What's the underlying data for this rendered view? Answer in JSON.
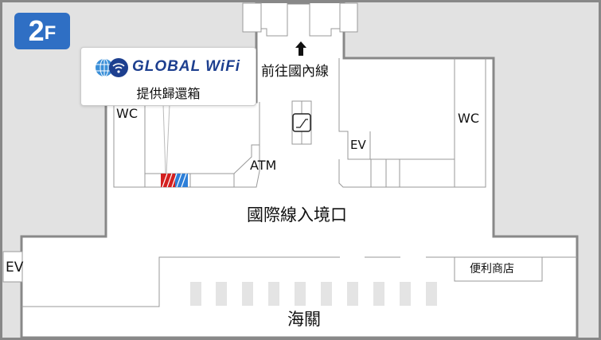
{
  "floor_badge": {
    "number": "2",
    "suffix": "F",
    "color": "#2f6fc4"
  },
  "popup": {
    "brand": "GLOBAL WiFi",
    "subtitle": "提供歸還箱",
    "brand_color": "#1d3f8f",
    "icons": [
      "globe-icon",
      "wifi-icon"
    ]
  },
  "labels": {
    "domestic": "前往國內線",
    "wc_left": "WC",
    "wc_right": "WC",
    "ev_center": "EV",
    "ev_left": "EV",
    "atm": "ATM",
    "arrival_entrance": "國際線入境口",
    "convenience_store": "便利商店",
    "customs": "海關"
  },
  "icons": {
    "arrow": "arrow-up-icon",
    "escalator": "escalator-icon"
  },
  "colors": {
    "background": "#e2e2e2",
    "floor": "#ffffff",
    "wall": "#888888",
    "counter_red": "#d32020",
    "counter_blue": "#2d7fd8"
  }
}
